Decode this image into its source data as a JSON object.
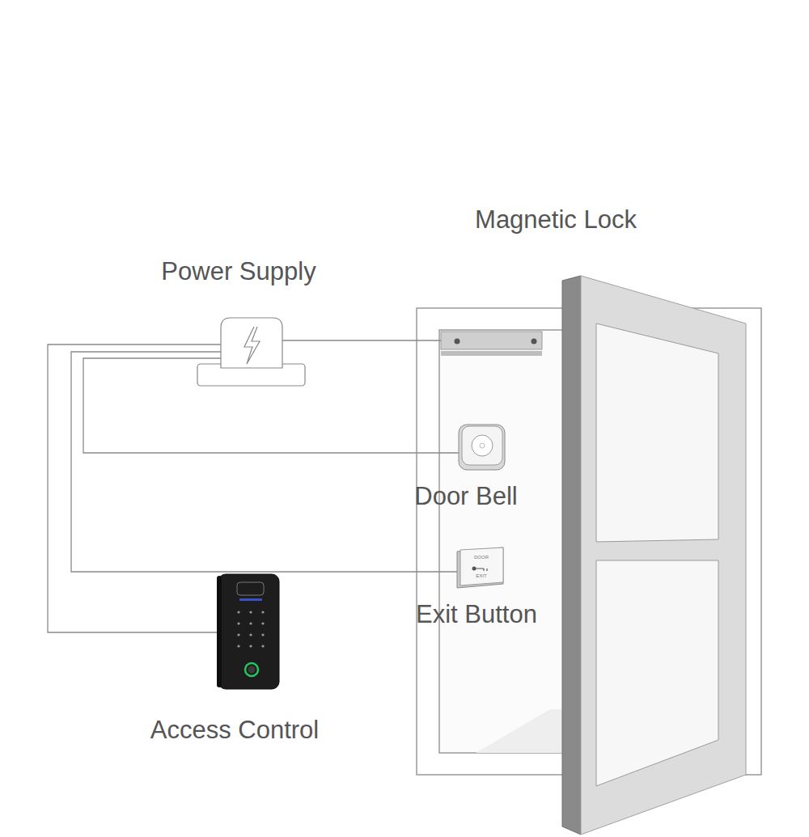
{
  "diagram": {
    "nodes": [
      {
        "text": [
          "Magnetic Lock"
        ]
      },
      {
        "text": [
          "Power Supply"
        ]
      },
      {
        "text": [
          "Door Bell"
        ]
      },
      {
        "text": [
          "Exit Button"
        ]
      },
      {
        "text": [
          "Access Control"
        ]
      }
    ],
    "edges": [
      {
        "from": 1,
        "to": 0,
        "arrow": "none"
      },
      {
        "from": 1,
        "to": 2,
        "arrow": "none"
      },
      {
        "from": 1,
        "to": 3,
        "arrow": "none"
      },
      {
        "from": 1,
        "to": 4,
        "arrow": "none"
      }
    ],
    "labels": [
      "DOOR",
      "EXIT"
    ]
  }
}
